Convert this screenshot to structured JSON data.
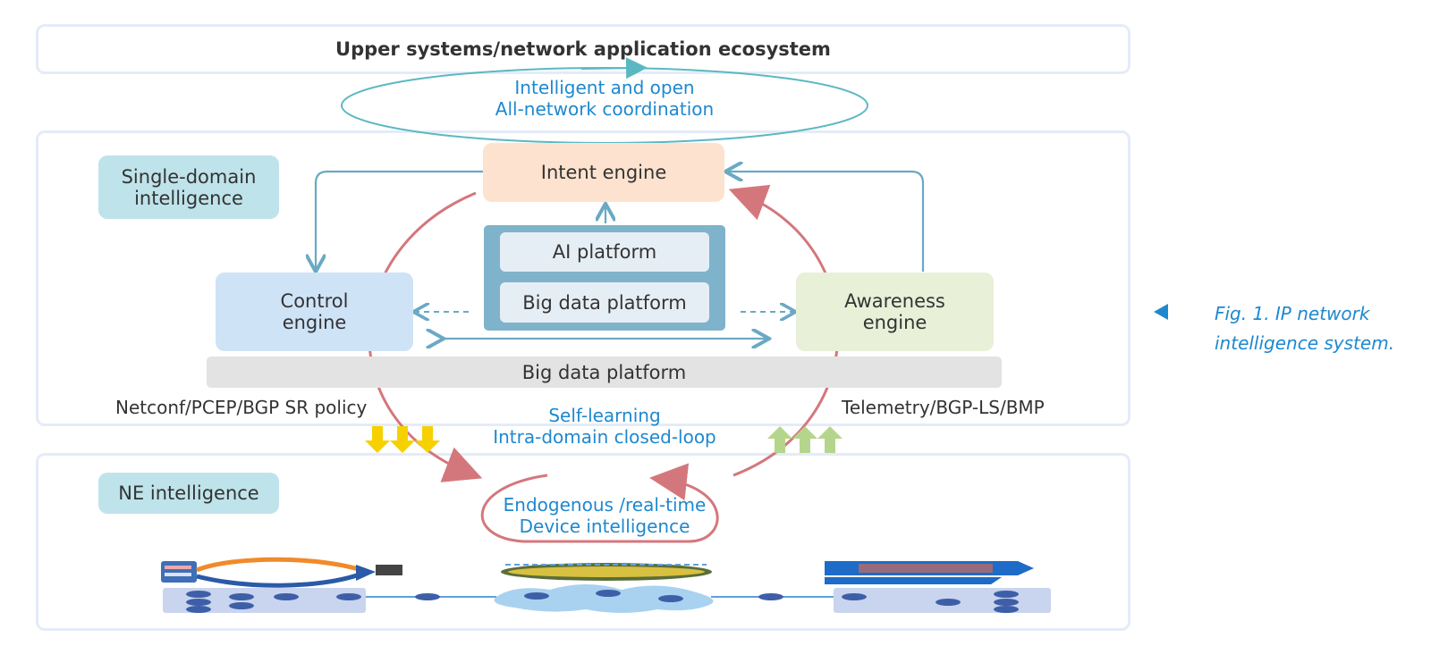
{
  "upper": {
    "title": "Upper systems/network application ecosystem"
  },
  "coordination": {
    "line1": "Intelligent and open",
    "line2": "All-network coordination"
  },
  "single_domain": {
    "tag_line1": "Single-domain",
    "tag_line2": "intelligence",
    "intent_engine": "Intent engine",
    "ai_platform": "AI platform",
    "big_data_inner": "Big data platform",
    "control_line1": "Control",
    "control_line2": "engine",
    "awareness_line1": "Awareness",
    "awareness_line2": "engine",
    "big_data_bar": "Big data platform",
    "left_protocols": "Netconf/PCEP/BGP SR policy",
    "right_protocols": "Telemetry/BGP-LS/BMP",
    "loop_line1": "Self-learning",
    "loop_line2": "Intra-domain closed-loop"
  },
  "ne": {
    "tag": "NE intelligence",
    "line1": "Endogenous /real-time",
    "line2": "Device intelligence"
  },
  "caption": {
    "line1": "Fig. 1. IP network",
    "line2": "intelligence system."
  },
  "colors": {
    "frame": "#e3ecf7",
    "teal_tag": "#bfe3ea",
    "intent": "#fde3cf",
    "control": "#cfe3f7",
    "awareness": "#e8f0d8",
    "platform_outer": "#7fb3cc",
    "platform_inner": "#e6eef5",
    "bar": "#e3e3e3",
    "arrow_teal": "#6aa9c4",
    "loop_red": "#d4777c",
    "down_arrow": "#f7d000",
    "up_arrow": "#b6d58c",
    "accent_text": "#1e88cf"
  }
}
